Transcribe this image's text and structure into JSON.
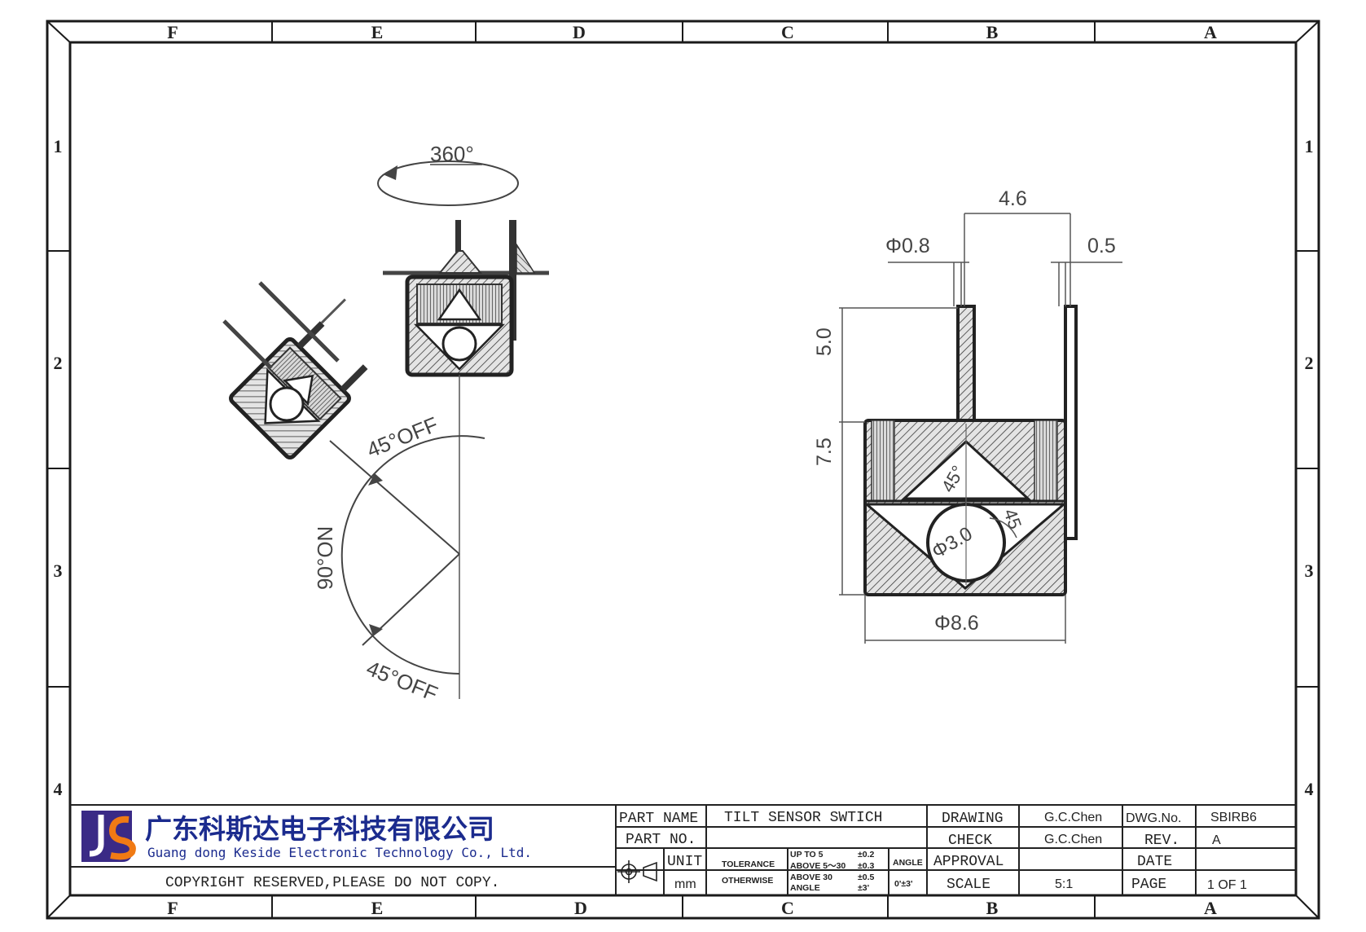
{
  "zones": {
    "columns": [
      "F",
      "E",
      "D",
      "C",
      "B",
      "A"
    ],
    "rows": [
      "1",
      "2",
      "3",
      "4"
    ]
  },
  "left_view": {
    "rotation_label": "360°",
    "off_label_top": "45°OFF",
    "on_label": "90°ON",
    "off_label_bottom": "45°OFF"
  },
  "right_view": {
    "pin_diameter": "Φ0.8",
    "pin_spacing": "4.6",
    "pin_thickness": "0.5",
    "pin_height": "5.0",
    "body_height": "7.5",
    "cone_angle": "45°",
    "ball_diameter": "Φ3.0",
    "ball_angle": "45",
    "body_diameter": "Φ8.6"
  },
  "company": {
    "name_cn": "广东科斯达电子科技有限公司",
    "name_en": "Guang dong Keside  Electronic Technology Co., Ltd.",
    "logo_letters": "JS",
    "logo_color": "#3a2a86",
    "accent_color": "#f07a14"
  },
  "title_block": {
    "copyright": "COPYRIGHT RESERVED,PLEASE DO NOT COPY.",
    "part_name_label": "PART NAME",
    "part_name_value": "TILT SENSOR SWTICH",
    "part_no_label": "PART NO.",
    "part_no_value": "",
    "unit_label": "UNIT",
    "unit_value": "mm",
    "tolerance_label": "TOLERANCE",
    "otherwise_label": "OTHERWISE",
    "tol_row1_label": "UP TO 5",
    "tol_row1_value": "±0.2",
    "tol_row2_label": "ABOVE 5～30",
    "tol_row2_value": "±0.3",
    "tol_row3_label": "ABOVE 30",
    "tol_row3_value": "±0.5",
    "tol_row4_label": "ANGLE",
    "tol_row4_value": "±3'",
    "angle_label": "ANGLE",
    "angle_value": "0'±3'",
    "drawing_label": "DRAWING",
    "drawing_value": "G.C.Chen",
    "check_label": "CHECK",
    "check_value": "G.C.Chen",
    "approval_label": "APPROVAL",
    "approval_value": "",
    "scale_label": "SCALE",
    "scale_value": "5:1",
    "dwg_no_label": "DWG.No.",
    "dwg_no_value": "SBIRB6",
    "rev_label": "REV.",
    "rev_value": "A",
    "date_label": "DATE",
    "date_value": "",
    "page_label": "PAGE",
    "page_value": "1 OF 1"
  }
}
